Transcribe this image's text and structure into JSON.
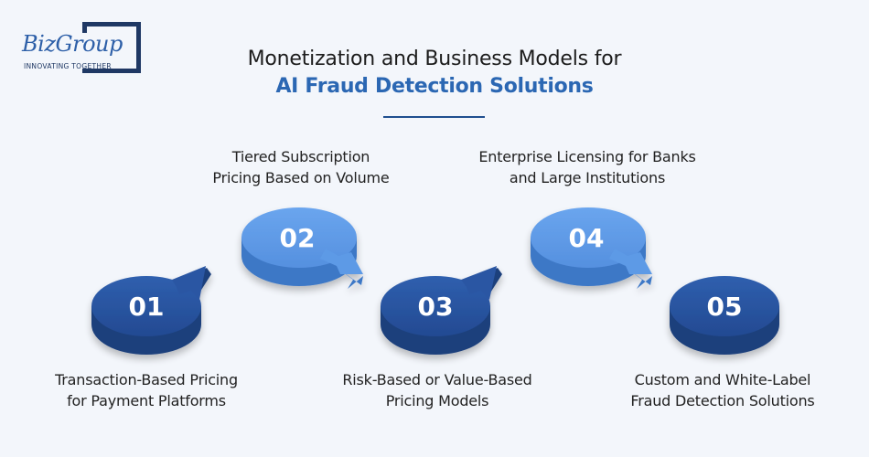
{
  "brand": {
    "name": "BizGroup",
    "tagline": "INNOVATING TOGETHER"
  },
  "title": {
    "line1": "Monetization and Business Models for",
    "line2": "AI Fraud Detection Solutions"
  },
  "colors": {
    "title_accent": "#2b67b3",
    "dark_disc_top": "#2a56a3",
    "dark_disc_side": "#1c3f7c",
    "light_disc_top": "#5d9ae6",
    "light_disc_side": "#3e78c6",
    "background": "#f3f6fb"
  },
  "steps": [
    {
      "number": "01",
      "label": "Transaction-Based Pricing\nfor Payment Platforms"
    },
    {
      "number": "02",
      "label": "Tiered Subscription\nPricing Based on Volume"
    },
    {
      "number": "03",
      "label": "Risk-Based or Value-Based\nPricing Models"
    },
    {
      "number": "04",
      "label": "Enterprise Licensing for Banks\nand Large Institutions"
    },
    {
      "number": "05",
      "label": "Custom and White-Label\nFraud Detection Solutions"
    }
  ]
}
